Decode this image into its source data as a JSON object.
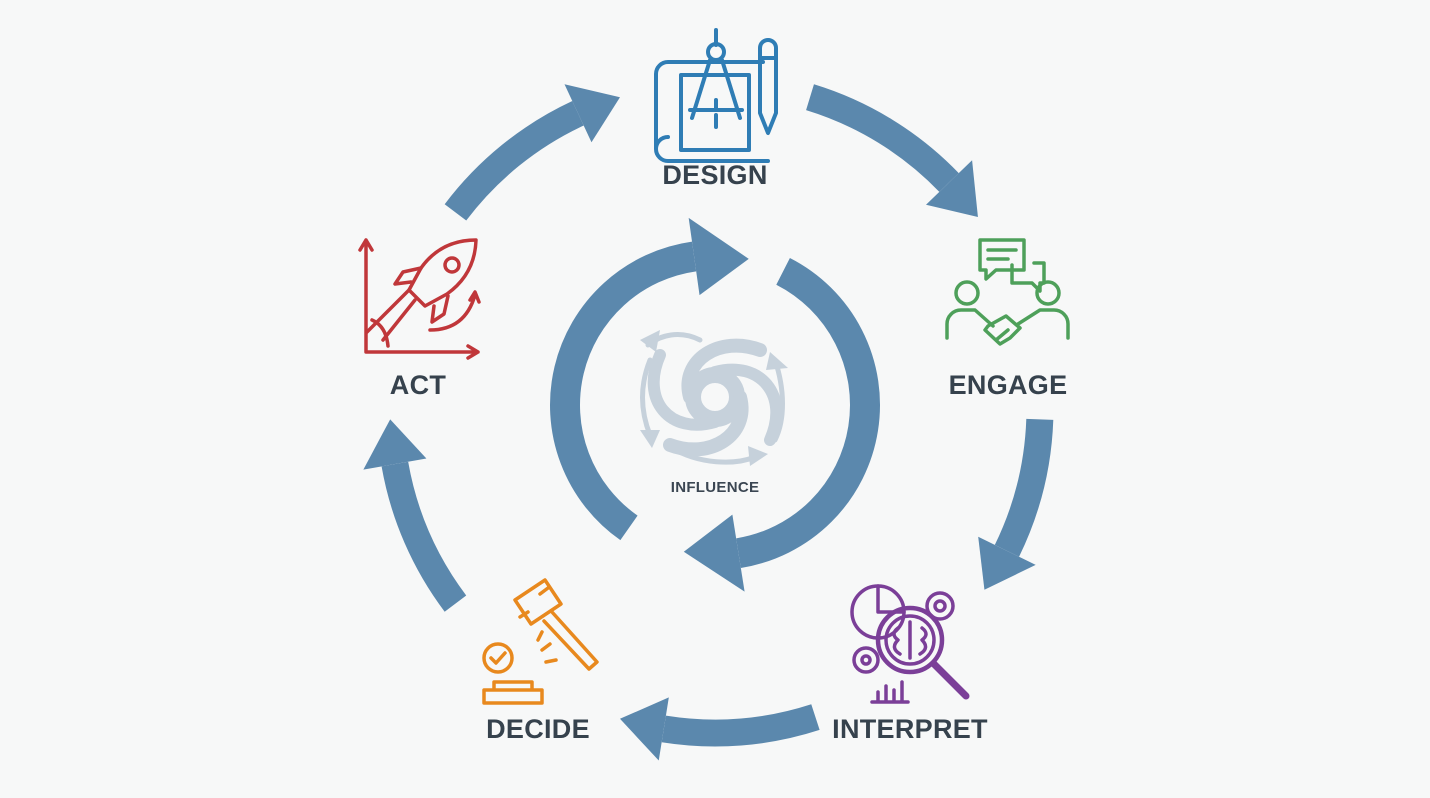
{
  "diagram": {
    "type": "cycle",
    "center_label": "INFLUENCE",
    "stages": [
      {
        "label": "DESIGN",
        "icon": "blueprint-compass-pencil-icon",
        "color": "#2f7db5"
      },
      {
        "label": "ENGAGE",
        "icon": "handshake-chat-icon",
        "color": "#4ea05a"
      },
      {
        "label": "INTERPRET",
        "icon": "brain-magnifier-gears-icon",
        "color": "#7b3f98"
      },
      {
        "label": "DECIDE",
        "icon": "gavel-check-icon",
        "color": "#e8891e"
      },
      {
        "label": "ACT",
        "icon": "rocket-growth-chart-icon",
        "color": "#c0373a"
      }
    ],
    "arrow_color": "#5b88ad",
    "swirl_color": "#c6d1db"
  }
}
